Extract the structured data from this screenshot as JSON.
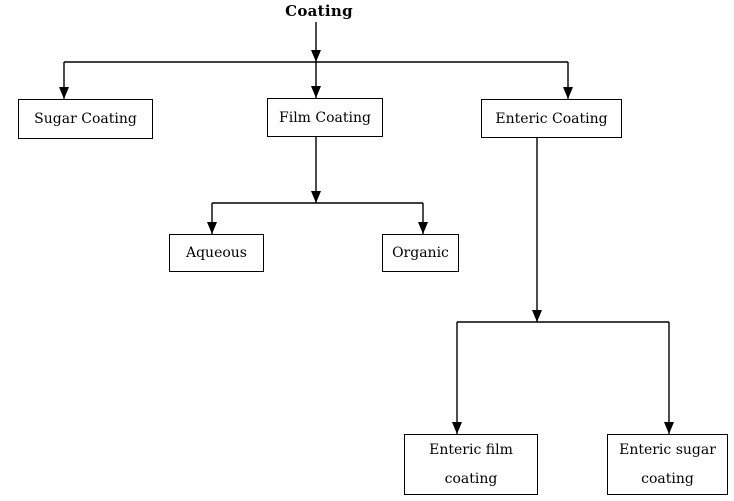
{
  "diagram": {
    "title": "Coating",
    "nodes": [
      {
        "id": "sugar-coating",
        "label": "Sugar Coating"
      },
      {
        "id": "film-coating",
        "label": "Film Coating"
      },
      {
        "id": "enteric-coating",
        "label": "Enteric Coating"
      },
      {
        "id": "aqueous",
        "label": "Aqueous"
      },
      {
        "id": "organic",
        "label": "Organic"
      },
      {
        "id": "enteric-film-coating",
        "label": "Enteric film coating"
      },
      {
        "id": "enteric-sugar-coating",
        "label": "Enteric sugar coating"
      }
    ],
    "edges": [
      {
        "from": "Coating",
        "to": "Sugar Coating"
      },
      {
        "from": "Coating",
        "to": "Film Coating"
      },
      {
        "from": "Coating",
        "to": "Enteric Coating"
      },
      {
        "from": "Film Coating",
        "to": "Aqueous"
      },
      {
        "from": "Film Coating",
        "to": "Organic"
      },
      {
        "from": "Enteric Coating",
        "to": "Enteric film coating"
      },
      {
        "from": "Enteric Coating",
        "to": "Enteric sugar coating"
      }
    ],
    "colors": {
      "line": "#000000",
      "text": "#000000",
      "box_border": "#000000",
      "background": "#ffffff"
    }
  }
}
